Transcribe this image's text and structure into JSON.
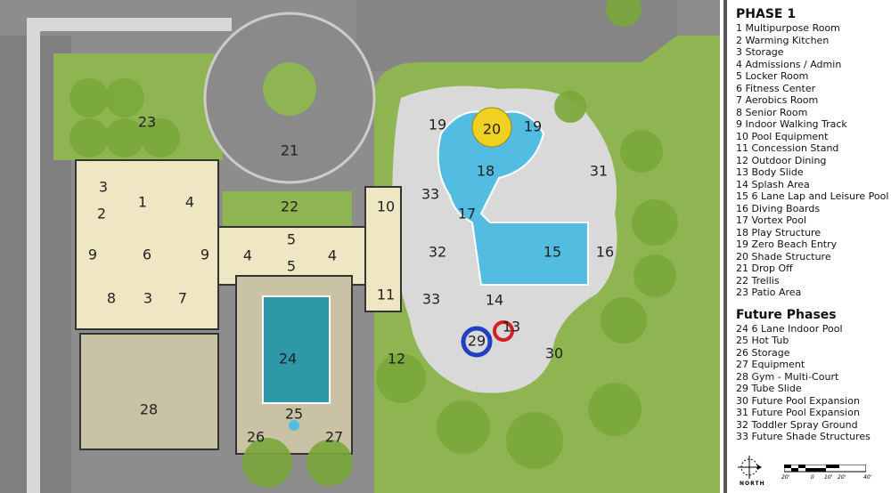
{
  "legend": {
    "phase1_title": "PHASE 1",
    "phase1_items": [
      "1 Multipurpose Room",
      "2 Warming Kitchen",
      "3 Storage",
      "4 Admissions / Admin",
      "5 Locker Room",
      "6 Fitness Center",
      "7 Aerobics Room",
      "8 Senior Room",
      "9 Indoor Walking Track",
      "10 Pool Equipment",
      "11 Concession Stand",
      "12 Outdoor Dining",
      "13 Body Slide",
      "14 Splash Area",
      "15 6 Lane Lap and Leisure Pool",
      "16 Diving Boards",
      "17 Vortex Pool",
      "18 Play Structure",
      "19 Zero Beach Entry",
      "20 Shade Structure",
      "21 Drop Off",
      "22 Trellis",
      "23 Patio Area"
    ],
    "future_title": "Future Phases",
    "future_items": [
      "24 6 Lane Indoor Pool",
      "25 Hot Tub",
      "26 Storage",
      "27 Equipment",
      "28 Gym - Multi-Court",
      "29 Tube Slide",
      "30 Future Pool Expansion",
      "31 Future Pool Expansion",
      "32 Toddler Spray Ground",
      "33 Future Shade Structures"
    ]
  },
  "north_label": "NORTH",
  "scale_labels": [
    "20'",
    "0",
    "10'",
    "20'",
    "40'"
  ],
  "map": {
    "labels": [
      "23",
      "21",
      "1",
      "3",
      "2",
      "4",
      "9",
      "6",
      "9",
      "8",
      "3",
      "7",
      "22",
      "10",
      "4",
      "5",
      "5",
      "4",
      "11",
      "32",
      "33",
      "33",
      "17",
      "18",
      "20",
      "19",
      "19",
      "15",
      "16",
      "14",
      "13",
      "29",
      "12",
      "24",
      "25",
      "26",
      "27",
      "28",
      "30",
      "31"
    ]
  },
  "colors": {
    "lawn": "#8fb552",
    "water": "#52bde0",
    "building": "#efe7c4",
    "pavement": "#8c8c8c",
    "walk": "#d6d6d6",
    "tree": "#7aa83a"
  }
}
